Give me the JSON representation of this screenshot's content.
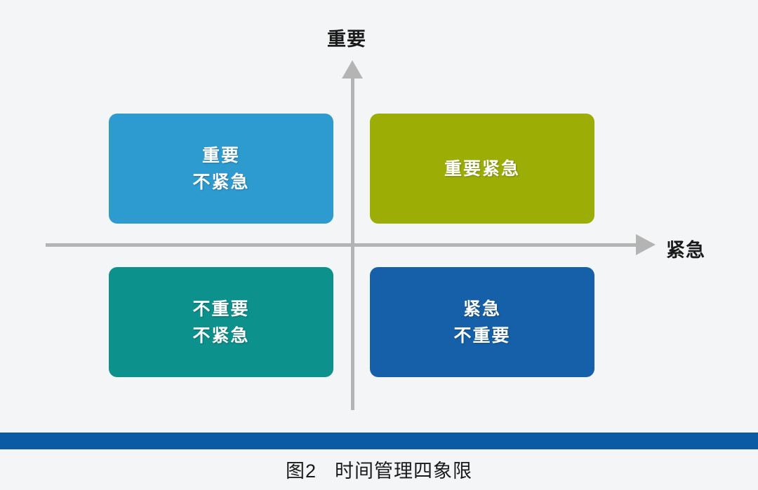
{
  "figure": {
    "caption_number": "图2",
    "caption_title": "时间管理四象限"
  },
  "axes": {
    "vertical_label": "重要",
    "horizontal_label": "紧急",
    "vertical_arrow_icon": "arrow-up-icon",
    "horizontal_arrow_icon": "arrow-right-icon",
    "line_color": "#b4b4b4"
  },
  "quadrants": [
    {
      "id": "important-not-urgent",
      "position": "top-left",
      "line1": "重要",
      "line2": "不紧急",
      "color": "#2e9bd0",
      "shade_color": "#1d6f97"
    },
    {
      "id": "important-urgent",
      "position": "top-right",
      "line1": "重要紧急",
      "line2": "",
      "color": "#9cae05",
      "shade_color": "#6f7d03"
    },
    {
      "id": "not-important-not-urgent",
      "position": "bottom-left",
      "line1": "不重要",
      "line2": "不紧急",
      "color": "#0d918d",
      "shade_color": "#086b68"
    },
    {
      "id": "urgent-not-important",
      "position": "bottom-right",
      "line1": "紧急",
      "line2": "不重要",
      "color": "#1560a8",
      "shade_color": "#0e4478"
    }
  ],
  "decor": {
    "bottom_rule_color": "#0a5ba3"
  },
  "background_color": "#f4f5f6"
}
